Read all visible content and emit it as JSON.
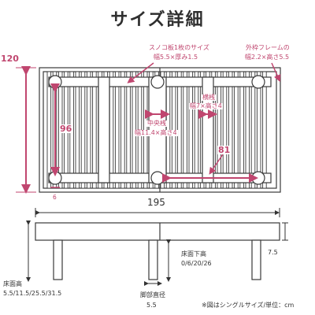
{
  "title": "サイズ詳細",
  "top_view": {
    "slat_label_line1": "スノコ板1枚のサイズ",
    "slat_label_line2": "幅5.5×厚み1.5",
    "frame_label_line1": "外枠フレームの",
    "frame_label_line2": "幅2.2×高さ5.5",
    "cross_bar_label_line1": "横桟",
    "cross_bar_label_line2": "幅7×高さ4",
    "center_bar_label_line1": "中央桟",
    "center_bar_label_line2": "幅11.4×高さ4",
    "depth": "120",
    "inner_depth": "96",
    "inner_width": "81",
    "leg_offset": "6"
  },
  "side_view": {
    "width": "195",
    "underfloor_label": "床面下高",
    "underfloor_values": "0/6/20/26",
    "frame_height": "7.5",
    "floor_height_label": "床面高",
    "floor_height_values": "5.5/11.5/25.5/31.5",
    "leg_label": "脚部直径",
    "leg_value": "5.5"
  },
  "footnote": "※図はシングルサイズ/単位：cm",
  "colors": {
    "accent": "#c0466f",
    "line": "#333333",
    "wood_stroke": "#3a3a3a"
  }
}
